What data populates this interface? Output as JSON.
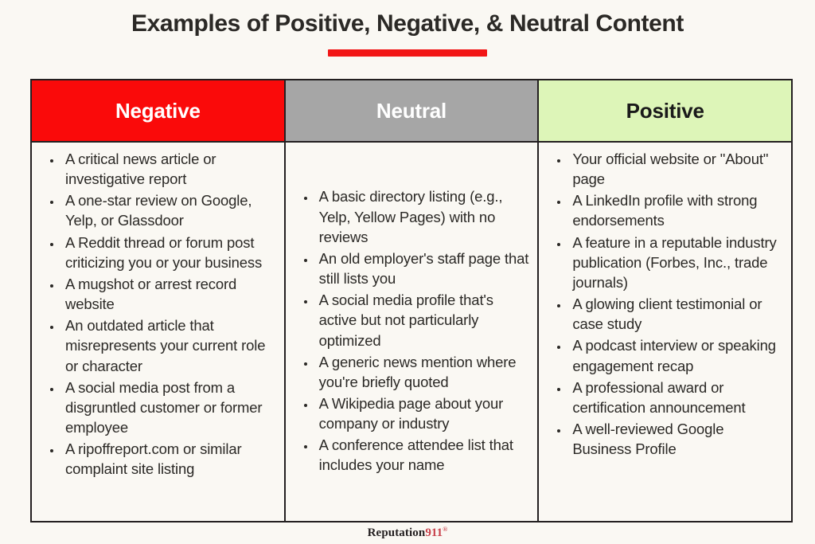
{
  "title": "Examples of Positive, Negative, & Neutral Content",
  "accent_color": "#F21616",
  "table": {
    "columns": [
      {
        "key": "negative",
        "header": "Negative",
        "header_bg": "#FA0A0A",
        "header_text_color": "#FFFFFF",
        "items": [
          "A critical news article or investigative report",
          "A one-star review on Google, Yelp, or Glassdoor",
          "A Reddit thread or forum post criticizing you or your business",
          "A mugshot or arrest record website",
          "An outdated article that misrepresents your current role or character",
          "A social media post from a disgruntled customer or former employee",
          "A ripoffreport.com or similar complaint site listing"
        ]
      },
      {
        "key": "neutral",
        "header": "Neutral",
        "header_bg": "#A6A6A6",
        "header_text_color": "#FFFFFF",
        "items": [
          "A basic directory listing (e.g., Yelp, Yellow Pages) with no reviews",
          "An old employer's staff page that still lists you",
          "A social media profile that's active but not particularly optimized",
          "A generic news mention where you're briefly quoted",
          "A Wikipedia page about your company or industry",
          "A conference attendee list that includes your name"
        ]
      },
      {
        "key": "positive",
        "header": "Positive",
        "header_bg": "#DDF5B8",
        "header_text_color": "#1A1A1A",
        "items": [
          "Your official website or \"About\" page",
          "A LinkedIn profile with strong endorsements",
          "A feature in a reputable industry publication (Forbes, Inc., trade journals)",
          "A glowing client testimonial or case study",
          "A podcast interview or speaking engagement recap",
          "A professional award or certification announcement",
          "A well-reviewed Google Business Profile"
        ]
      }
    ]
  },
  "footer": {
    "logo_word": "Reputation",
    "logo_number": "911",
    "logo_trademark": "®"
  }
}
